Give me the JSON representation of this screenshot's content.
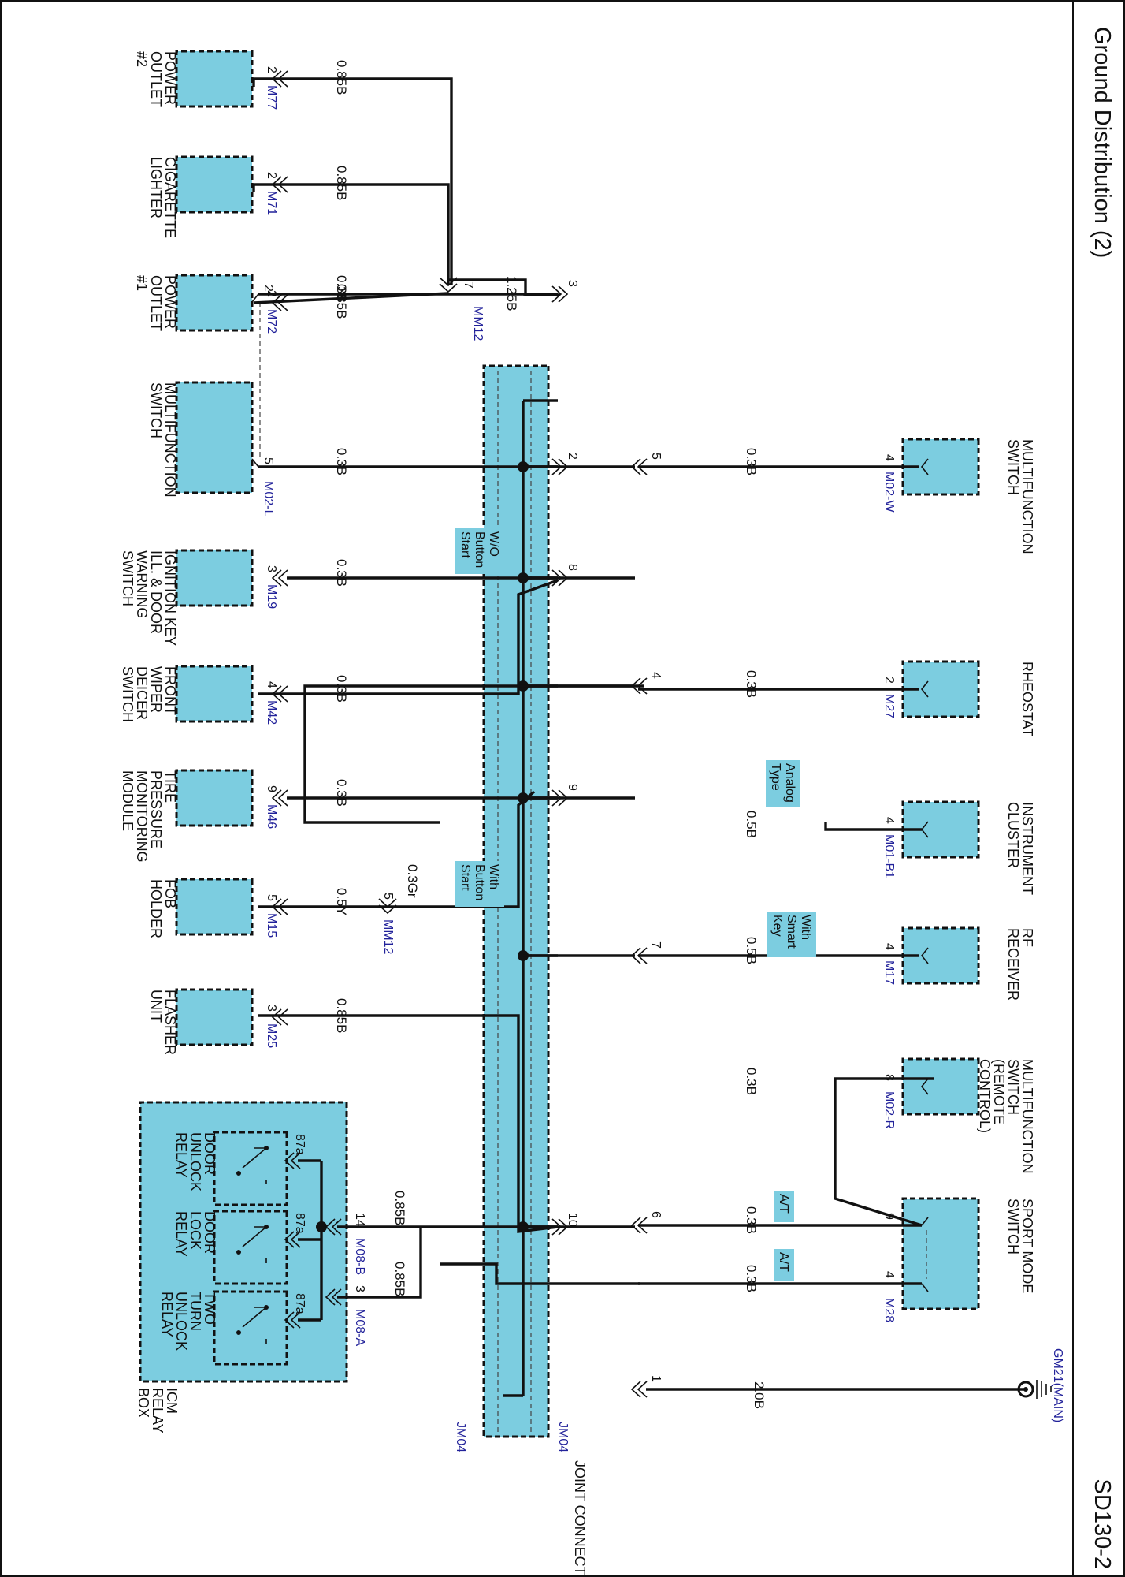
{
  "title": "Ground Distribution (2)",
  "page_code": "SD130-2",
  "joint_connector": {
    "label": "JOINT CONNECTOR",
    "connector_top": "JM04",
    "connector_bottom": "JM04"
  },
  "ground": {
    "label": "GM21(MAIN)",
    "pin": "1",
    "wire": "2.0B"
  },
  "upper_components": [
    {
      "id": "outlet2",
      "lines": [
        "POWER",
        "OUTLET",
        "#2"
      ],
      "connector": "M77",
      "pin": "2",
      "wire": "0.85B"
    },
    {
      "id": "cig",
      "lines": [
        "CIGARETTE",
        "LIGHTER"
      ],
      "connector": "M71",
      "pin": "2",
      "wire": "0.85B"
    },
    {
      "id": "outlet1",
      "lines": [
        "POWER",
        "OUTLET",
        "#1"
      ],
      "connector": "M72",
      "pin": "2",
      "wire": "0.85B"
    },
    {
      "id": "mfsw_l",
      "lines": [
        "MULTIFUNCTION",
        "SWITCH"
      ],
      "connector": "M02-L",
      "pins": [
        "2",
        "5"
      ],
      "wires": [
        "0.3B",
        "0.3B"
      ]
    },
    {
      "id": "ignkey",
      "lines": [
        "IGNITION KEY",
        "ILL. & DOOR",
        "WARNING",
        "SWITCH"
      ],
      "connector": "M19",
      "pin": "3",
      "wire": "0.3B"
    },
    {
      "id": "wiper",
      "lines": [
        "FRONT",
        "WIPER",
        "DEICER",
        "SWITCH"
      ],
      "connector": "M42",
      "pin": "4",
      "wire": "0.3B"
    },
    {
      "id": "tpms",
      "lines": [
        "TIRE",
        "PRESSURE",
        "MONITORING",
        "MODULE"
      ],
      "connector": "M46",
      "pin": "9",
      "wire": "0.3B"
    },
    {
      "id": "fob",
      "lines": [
        "FOB",
        "HOLDER"
      ],
      "connector": "M15",
      "pin": "5",
      "wire": "0.5Y"
    },
    {
      "id": "flasher",
      "lines": [
        "FLASHER",
        "UNIT"
      ],
      "connector": "M25",
      "pin": "3",
      "wire": "0.85B"
    }
  ],
  "mm12": {
    "connector": "MM12",
    "pin_top": "7",
    "pin_fob": "5",
    "wire_top": "1.25B",
    "wire_fob": "0.3Gr"
  },
  "icm": {
    "box_lines": [
      "ICM",
      "RELAY",
      "BOX"
    ],
    "relays": [
      {
        "lines": [
          "DOOR",
          "UNLOCK",
          "RELAY"
        ],
        "pin": "87a"
      },
      {
        "lines": [
          "DOOR",
          "LOCK",
          "RELAY"
        ],
        "pin": "87a"
      },
      {
        "lines": [
          "TWO",
          "TURN",
          "UNLOCK",
          "RELAY"
        ],
        "pin": "87a"
      }
    ],
    "conn_b": "M08-B",
    "pin_b": "14",
    "wire_b": "0.85B",
    "conn_a": "M08-A",
    "pin_a": "3",
    "wire_a": "0.85B"
  },
  "lower_components": [
    {
      "id": "mfsw_w",
      "lines": [
        "MULTIFUNCTION",
        "SWITCH"
      ],
      "connector": "M02-W",
      "pin": "4",
      "wire": "0.3B"
    },
    {
      "id": "rheo",
      "lines": [
        "RHEOSTAT"
      ],
      "connector": "M27",
      "pin": "2",
      "wire": "0.3B"
    },
    {
      "id": "cluster",
      "lines": [
        "INSTRUMENT",
        "CLUSTER"
      ],
      "connector": "M01-B1",
      "pin": "4",
      "wire": "0.5B"
    },
    {
      "id": "rf",
      "lines": [
        "RF",
        "RECEIVER"
      ],
      "connector": "M17",
      "pin": "4",
      "wire": "0.5B"
    },
    {
      "id": "mfsw_r",
      "lines": [
        "MULTIFUNCTION",
        "SWITCH",
        "(REMOTE",
        "CONTROL)"
      ],
      "connector": "M02-R",
      "pin": "8",
      "wire": "0.3B"
    },
    {
      "id": "sport",
      "lines": [
        "SPORT MODE",
        "SWITCH"
      ],
      "connector": "M28",
      "pins": [
        "9",
        "4"
      ],
      "wires": [
        "0.3B",
        "0.3B"
      ]
    }
  ],
  "jc_pins_top": [
    "3",
    "2",
    "8",
    "9",
    "10"
  ],
  "jc_pins_bottom": [
    "5",
    "4",
    "7",
    "6",
    "1"
  ],
  "notes": {
    "wo_button": [
      "W/O",
      "Button",
      "Start"
    ],
    "with_button": [
      "With",
      "Button",
      "Start"
    ],
    "analog": [
      "Analog",
      "Type"
    ],
    "smart_key": [
      "With",
      "Smart",
      "Key"
    ],
    "at1": "A/T",
    "at2": "A/T"
  }
}
